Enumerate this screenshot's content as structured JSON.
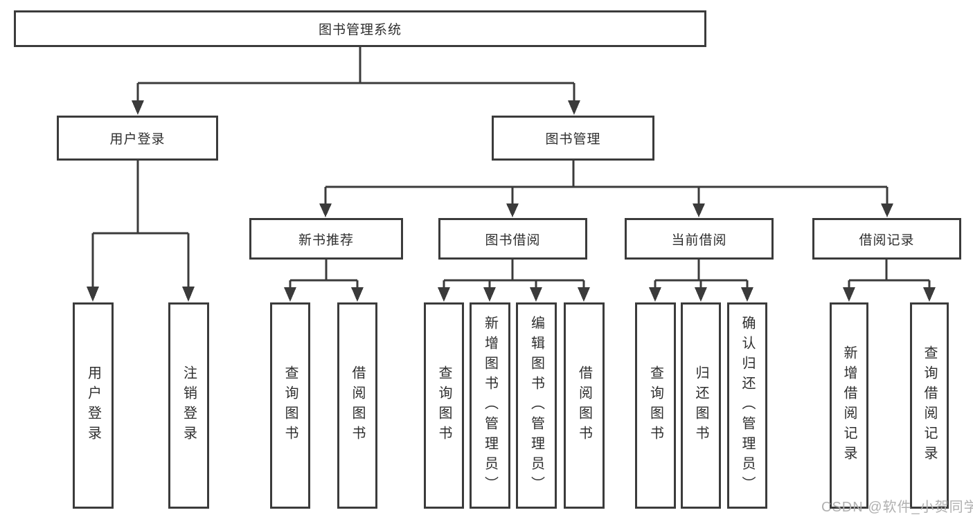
{
  "colors": {
    "line": "#3b3b3b",
    "text": "#2e2e2e",
    "watermark": "#b0b0b0",
    "background": "#ffffff"
  },
  "watermark": {
    "text": "CSDN @软件_小贺同学"
  },
  "tree": {
    "root": {
      "label": "图书管理系统"
    },
    "branches": [
      {
        "label": "用户登录",
        "children": [
          {
            "label": "用户登录"
          },
          {
            "label": "注销登录"
          }
        ]
      },
      {
        "label": "图书管理",
        "groups": [
          {
            "label": "新书推荐",
            "children": [
              {
                "label": "查询图书"
              },
              {
                "label": "借阅图书"
              }
            ]
          },
          {
            "label": "图书借阅",
            "children": [
              {
                "label": "查询图书"
              },
              {
                "label": "新增图书（管理员）"
              },
              {
                "label": "编辑图书（管理员）"
              },
              {
                "label": "借阅图书"
              }
            ]
          },
          {
            "label": "当前借阅",
            "children": [
              {
                "label": "查询图书"
              },
              {
                "label": "归还图书"
              },
              {
                "label": "确认归还（管理员）"
              }
            ]
          },
          {
            "label": "借阅记录",
            "children": [
              {
                "label": "新增借阅记录"
              },
              {
                "label": "查询借阅记录"
              }
            ]
          }
        ]
      }
    ]
  }
}
